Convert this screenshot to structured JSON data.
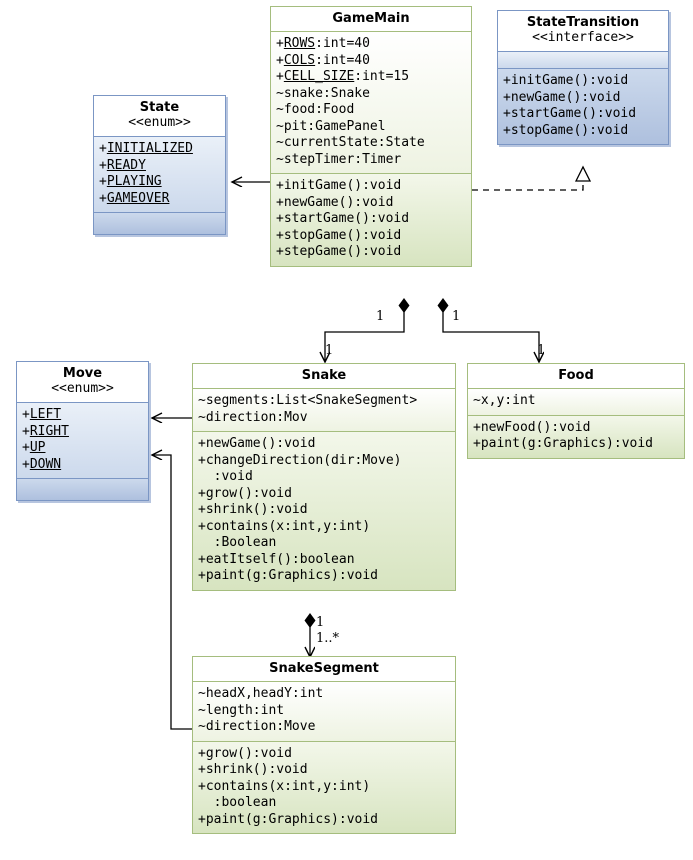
{
  "diagram": {
    "kind": "uml-class-diagram",
    "title": "Snake game UML class diagram",
    "colors": {
      "class_border": "#a5bd7e",
      "class_ops_fill": "#d7e4c0",
      "enum_border": "#7b96c4",
      "enum_ops_fill": "#aec0de",
      "line": "#000000"
    }
  },
  "classes": {
    "gamemain": {
      "name": "GameMain",
      "stereotype": "",
      "attributes": [
        {
          "text": "+ROWS:int=40",
          "static_part": "ROWS",
          "prefix": "+",
          "suffix": ":int=40",
          "static": true
        },
        {
          "text": "+COLS:int=40",
          "static_part": "COLS",
          "prefix": "+",
          "suffix": ":int=40",
          "static": true
        },
        {
          "text": "+CELL_SIZE:int=15",
          "static_part": "CELL_SIZE",
          "prefix": "+",
          "suffix": ":int=15",
          "static": true
        },
        {
          "text": "~snake:Snake",
          "static": false
        },
        {
          "text": "~food:Food",
          "static": false
        },
        {
          "text": "~pit:GamePanel",
          "static": false
        },
        {
          "text": "~currentState:State",
          "static": false
        },
        {
          "text": "~stepTimer:Timer",
          "static": false
        }
      ],
      "operations": [
        {
          "text": "+initGame():void"
        },
        {
          "text": "+newGame():void"
        },
        {
          "text": "+startGame():void"
        },
        {
          "text": "+stopGame():void"
        },
        {
          "text": "+stepGame():void"
        }
      ]
    },
    "statetransition": {
      "name": "StateTransition",
      "stereotype": "<<interface>>",
      "attributes": [],
      "operations": [
        {
          "text": "+initGame():void"
        },
        {
          "text": "+newGame():void"
        },
        {
          "text": "+startGame():void"
        },
        {
          "text": "+stopGame():void"
        }
      ]
    },
    "state": {
      "name": "State",
      "stereotype": "<<enum>>",
      "attributes": [
        {
          "text": "+INITIALIZED",
          "static_part": "INITIALIZED",
          "prefix": "+",
          "suffix": "",
          "static": true
        },
        {
          "text": "+READY",
          "static_part": "READY",
          "prefix": "+",
          "suffix": "",
          "static": true
        },
        {
          "text": "+PLAYING",
          "static_part": "PLAYING",
          "prefix": "+",
          "suffix": "",
          "static": true
        },
        {
          "text": "+GAMEOVER",
          "static_part": "GAMEOVER",
          "prefix": "+",
          "suffix": "",
          "static": true
        }
      ],
      "operations": []
    },
    "move": {
      "name": "Move",
      "stereotype": "<<enum>>",
      "attributes": [
        {
          "text": "+LEFT",
          "static_part": "LEFT",
          "prefix": "+",
          "suffix": "",
          "static": true
        },
        {
          "text": "+RIGHT",
          "static_part": "RIGHT",
          "prefix": "+",
          "suffix": "",
          "static": true
        },
        {
          "text": "+UP",
          "static_part": "UP",
          "prefix": "+",
          "suffix": "",
          "static": true
        },
        {
          "text": "+DOWN",
          "static_part": "DOWN",
          "prefix": "+",
          "suffix": "",
          "static": true
        }
      ],
      "operations": []
    },
    "snake": {
      "name": "Snake",
      "stereotype": "",
      "attributes": [
        {
          "text": "~segments:List<SnakeSegment>",
          "static": false
        },
        {
          "text": "~direction:Mov",
          "static": false
        }
      ],
      "operations": [
        {
          "text": "+newGame():void"
        },
        {
          "text": "+changeDirection(dir:Move)"
        },
        {
          "text": "  :void"
        },
        {
          "text": "+grow():void"
        },
        {
          "text": "+shrink():void"
        },
        {
          "text": "+contains(x:int,y:int)"
        },
        {
          "text": "  :Boolean"
        },
        {
          "text": "+eatItself():boolean"
        },
        {
          "text": "+paint(g:Graphics):void"
        }
      ]
    },
    "food": {
      "name": "Food",
      "stereotype": "",
      "attributes": [
        {
          "text": "~x,y:int",
          "static": false
        }
      ],
      "operations": [
        {
          "text": "+newFood():void"
        },
        {
          "text": "+paint(g:Graphics):void"
        }
      ]
    },
    "snakesegment": {
      "name": "SnakeSegment",
      "stereotype": "",
      "attributes": [
        {
          "text": "~headX,headY:int",
          "static": false
        },
        {
          "text": "~length:int",
          "static": false
        },
        {
          "text": "~direction:Move",
          "static": false
        }
      ],
      "operations": [
        {
          "text": "+grow():void"
        },
        {
          "text": "+shrink():void"
        },
        {
          "text": "+contains(x:int,y:int)"
        },
        {
          "text": "  :boolean"
        },
        {
          "text": "+paint(g:Graphics):void"
        }
      ]
    }
  },
  "relationships": [
    {
      "id": "gamemain-state",
      "from": "GameMain",
      "to": "State",
      "type": "association",
      "label": ""
    },
    {
      "id": "gamemain-statetransition",
      "from": "GameMain",
      "to": "StateTransition",
      "type": "realization",
      "label": ""
    },
    {
      "id": "gamemain-snake",
      "from": "GameMain",
      "to": "Snake",
      "type": "composition",
      "source_multiplicity": "1",
      "target_multiplicity": "1"
    },
    {
      "id": "gamemain-food",
      "from": "GameMain",
      "to": "Food",
      "type": "composition",
      "source_multiplicity": "1",
      "target_multiplicity": "1"
    },
    {
      "id": "snake-snakesegment",
      "from": "Snake",
      "to": "SnakeSegment",
      "type": "composition",
      "source_multiplicity": "1",
      "target_multiplicity": "1..*"
    },
    {
      "id": "snake-move",
      "from": "Snake",
      "to": "Move",
      "type": "association",
      "label": ""
    },
    {
      "id": "snakesegment-move",
      "from": "SnakeSegment",
      "to": "Move",
      "type": "association",
      "label": ""
    }
  ],
  "multiplicity_labels": {
    "gm_snake_src": "1",
    "gm_snake_tgt": "1",
    "gm_food_src": "1",
    "gm_food_tgt": "1",
    "snake_seg_src": "1",
    "snake_seg_tgt": "1..*"
  }
}
